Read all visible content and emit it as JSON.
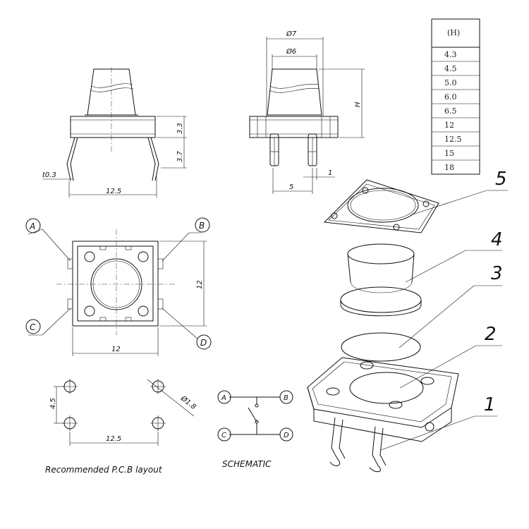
{
  "dimensions": {
    "d7": "Ø7",
    "d6": "Ø6",
    "h": "H",
    "dim_3_3": "3.3",
    "dim_3_7": "3.7",
    "t03": "t0.3",
    "w12_5_top": "12.5",
    "w5": "5",
    "w1": "1",
    "h12": "12",
    "w12": "12",
    "pcb_4_5": "4.5",
    "pcb_d18": "Ø1.8",
    "pcb_12_5": "12.5"
  },
  "pins": {
    "a": "A",
    "b": "B",
    "c": "C",
    "d": "D"
  },
  "schematic_pins": {
    "a": "A",
    "b": "B",
    "c": "C",
    "d": "D"
  },
  "height_table": {
    "header": "(H)",
    "rows": [
      "4.3",
      "4.5",
      "5.0",
      "6.0",
      "6.5",
      "12",
      "12.5",
      "15",
      "18"
    ]
  },
  "parts": {
    "p1": "1",
    "p2": "2",
    "p3": "3",
    "p4": "4",
    "p5": "5"
  },
  "captions": {
    "pcb_layout": "Recommended P.C.B layout",
    "schematic": "SCHEMATIC"
  }
}
